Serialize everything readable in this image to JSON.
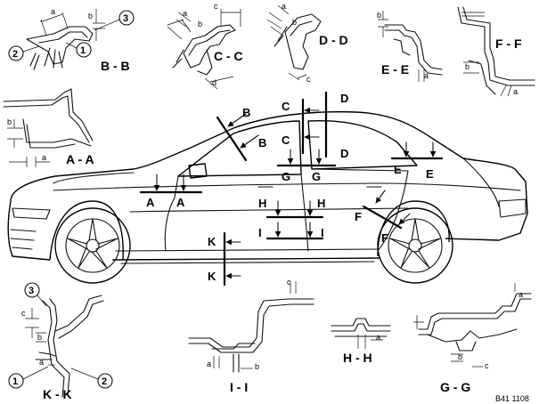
{
  "diagram": {
    "reference": "B41 1108",
    "callouts": [
      "1",
      "2",
      "3"
    ],
    "dimension_letters": [
      "a",
      "b",
      "c",
      "d"
    ],
    "car_section_markers": [
      "A",
      "A",
      "B",
      "B",
      "C",
      "C",
      "D",
      "D",
      "E",
      "E",
      "F",
      "F",
      "G",
      "G",
      "H",
      "H",
      "I",
      "I",
      "K",
      "K"
    ],
    "section_titles": {
      "aa": "A - A",
      "bb": "B - B",
      "cc": "C - C",
      "dd": "D - D",
      "ee": "E - E",
      "ff": "F - F",
      "gg": "G - G",
      "hh": "H - H",
      "ii": "I - I",
      "kk": "K - K"
    }
  }
}
